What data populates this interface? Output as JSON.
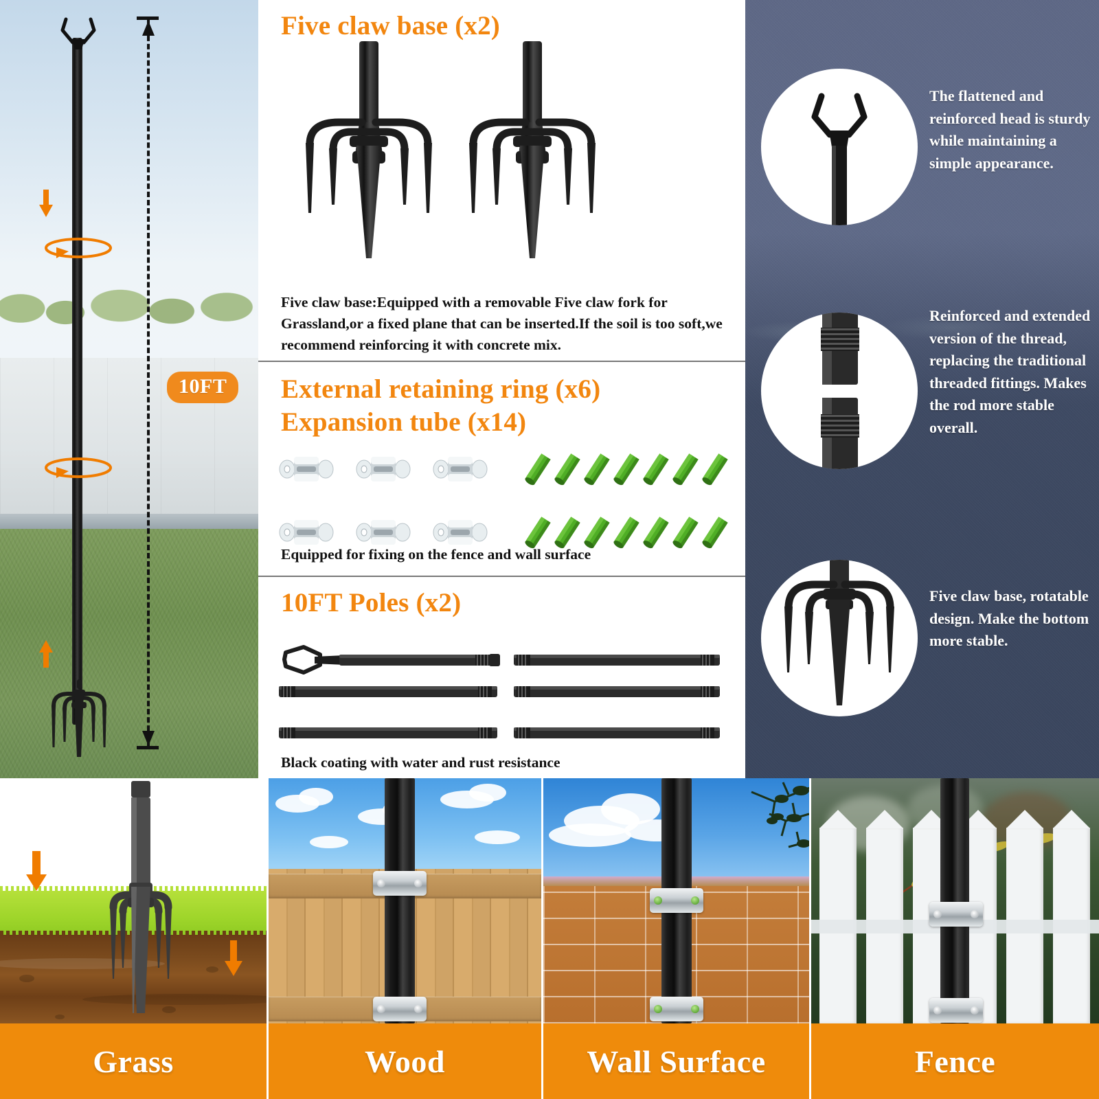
{
  "hero": {
    "badge": "10FT",
    "icons": {
      "down_arrow": "down-arrow-icon",
      "rotate": "rotation-arrow-icon",
      "dimension": "dimension-line-icon"
    }
  },
  "sections": [
    {
      "id": "five-claw-base",
      "title": "Five claw base (x2)",
      "caption": "Five claw base:Equipped with a removable Five claw fork for Grassland,or a fixed plane that can be inserted.If the soil is too soft,we recommend reinforcing it with concrete mix."
    },
    {
      "id": "retaining-ring",
      "title_line1": "External retaining ring (x6)",
      "title_line2": "Expansion tube (x14)",
      "caption": "Equipped for fixing on the fence and wall surface",
      "clamp_count": 6,
      "tube_count": 14
    },
    {
      "id": "poles",
      "title": "10FT Poles (x2)",
      "caption": "Black coating with water and rust resistance",
      "pole_count": 6
    }
  ],
  "features": [
    {
      "id": "flattened-head",
      "icon": "pole-head-icon",
      "text": "The flattened and reinforced head is sturdy while maintaining a simple appearance."
    },
    {
      "id": "reinforced-thread",
      "icon": "threaded-joint-icon",
      "text": "Reinforced and extended version of the thread, replacing the traditional threaded fittings. Makes the rod more stable overall."
    },
    {
      "id": "five-claw-rotatable",
      "icon": "five-claw-icon",
      "text": "Five claw base, rotatable design. Make the bottom more stable."
    }
  ],
  "surfaces": [
    {
      "id": "grass",
      "label": "Grass"
    },
    {
      "id": "wood",
      "label": "Wood"
    },
    {
      "id": "wall-surface",
      "label": "Wall Surface"
    },
    {
      "id": "fence",
      "label": "Fence"
    }
  ],
  "colors": {
    "accent_orange": "#ef8b0b",
    "title_orange": "#f2860f",
    "badge_orange": "#f08a1d",
    "dark_panel": "#3e4a63",
    "body_text": "#111111",
    "white": "#ffffff",
    "tube_green": "#49a022",
    "clamp_silver": "#c9cfd3"
  }
}
